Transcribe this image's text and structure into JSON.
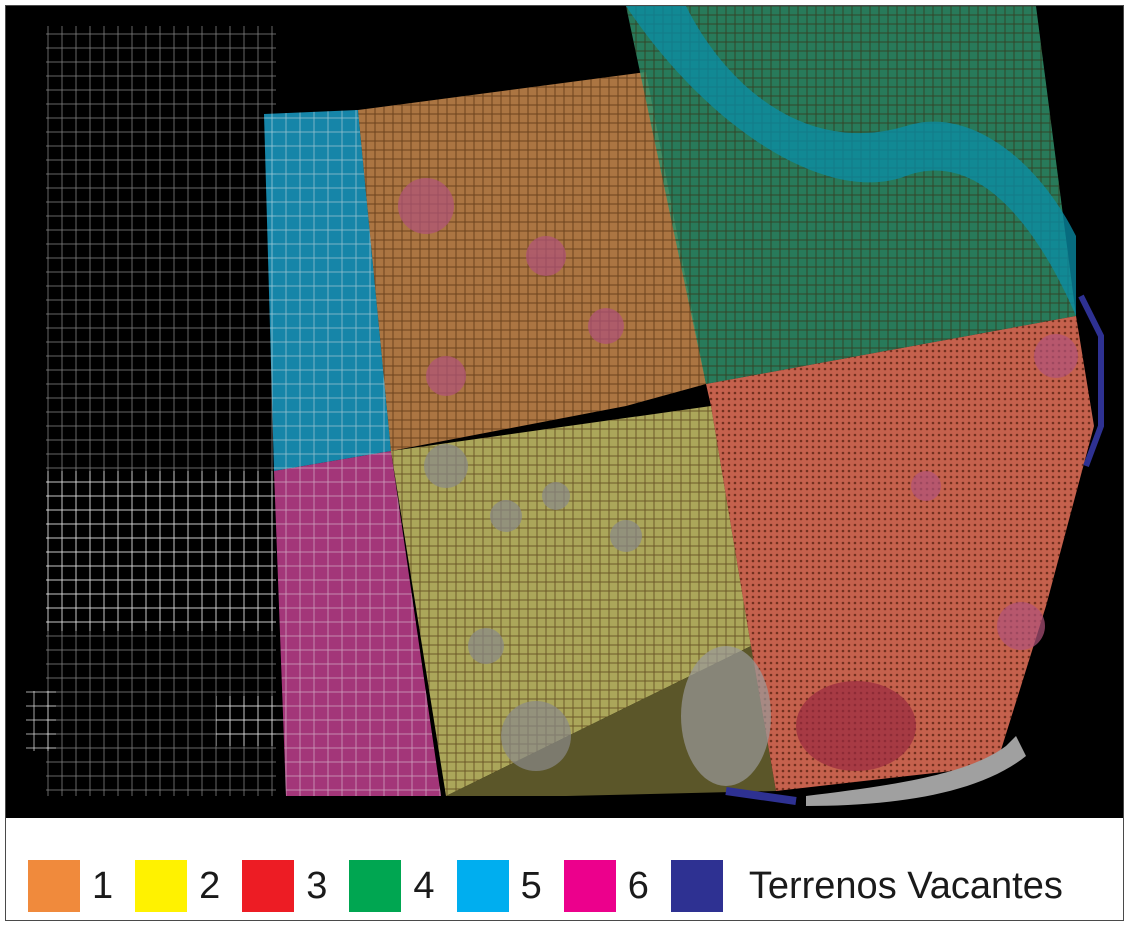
{
  "legend": {
    "items": [
      {
        "label": "1",
        "color": "#f08a3c"
      },
      {
        "label": "2",
        "color": "#fff200"
      },
      {
        "label": "3",
        "color": "#ed1c24"
      },
      {
        "label": "4",
        "color": "#00a651"
      },
      {
        "label": "5",
        "color": "#00aeef"
      },
      {
        "label": "6",
        "color": "#ec008c"
      },
      {
        "label": "Terrenos Vacantes",
        "color": "#2e3192"
      }
    ]
  },
  "map": {
    "background": "#000000",
    "parcel_line_color": "#e8e8e8",
    "vacant_overlay_color": "#2e3192",
    "zone_fills": {
      "zone_1": "#c98a4e",
      "zone_2": "#c9c36a",
      "zone_3": "#e8725a",
      "zone_4": "#2f8f6a",
      "zone_5": "#1a9cc6",
      "zone_6": "#c0408e",
      "lower_tan": "#6b6530",
      "ne_teal": "#0a8fa8"
    }
  }
}
